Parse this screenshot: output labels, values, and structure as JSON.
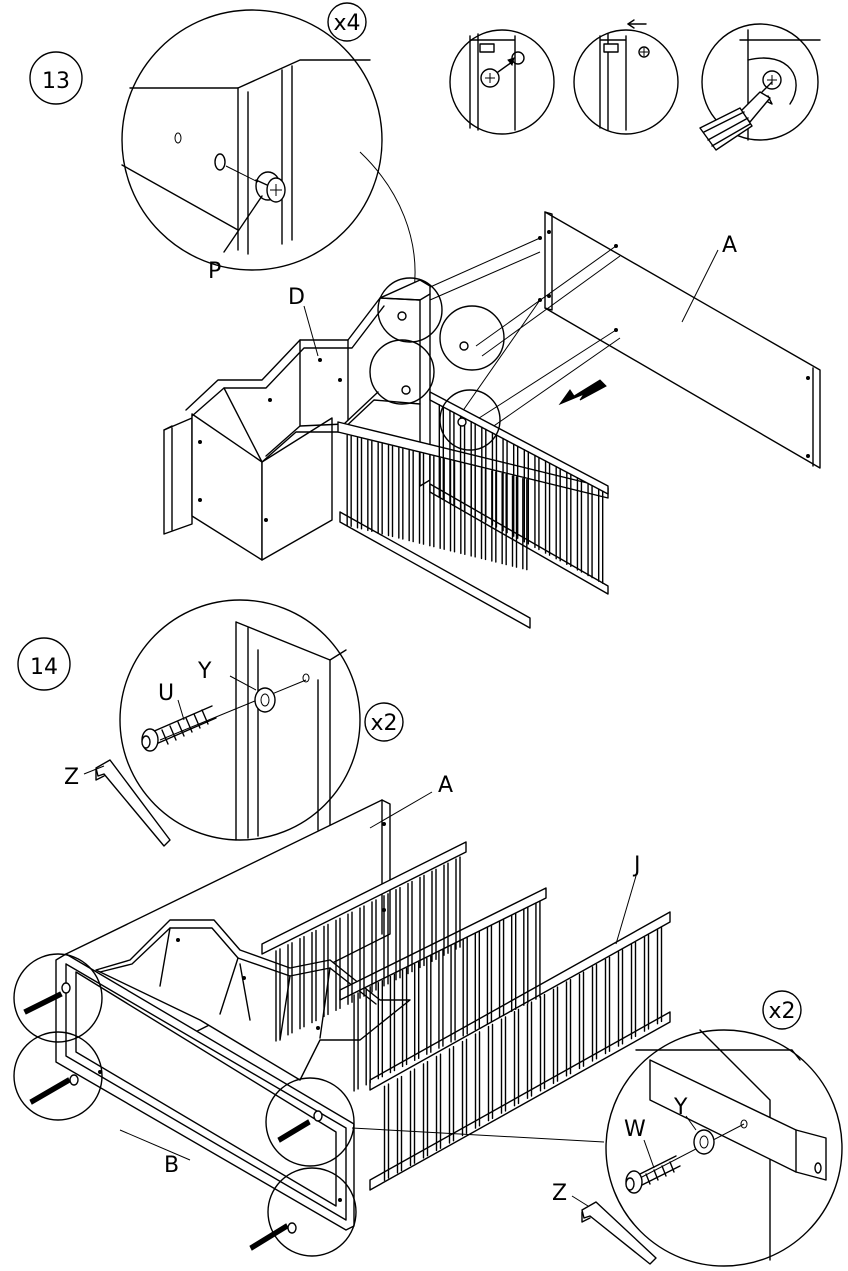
{
  "steps": [
    {
      "number": "13",
      "detail_quantity": "x4",
      "part_labels": {
        "panel_a": "A",
        "shelf_d": "D",
        "cam_p": "P"
      }
    },
    {
      "number": "14",
      "detail_quantities": [
        "x2",
        "x2"
      ],
      "part_labels": {
        "panel_a": "A",
        "end_b": "B",
        "rail_j": "J",
        "bolt_u": "U",
        "bolt_w": "W",
        "washer_y_left": "Y",
        "washer_y_right": "Y",
        "key_z_left": "Z",
        "key_z_right": "Z"
      }
    }
  ],
  "icons": {
    "step13_insert": "cam-insert-icon",
    "step13_push": "push-panel-icon",
    "step13_tighten": "screwdriver-tighten-icon",
    "direction_arrow": "arrow-icon"
  }
}
